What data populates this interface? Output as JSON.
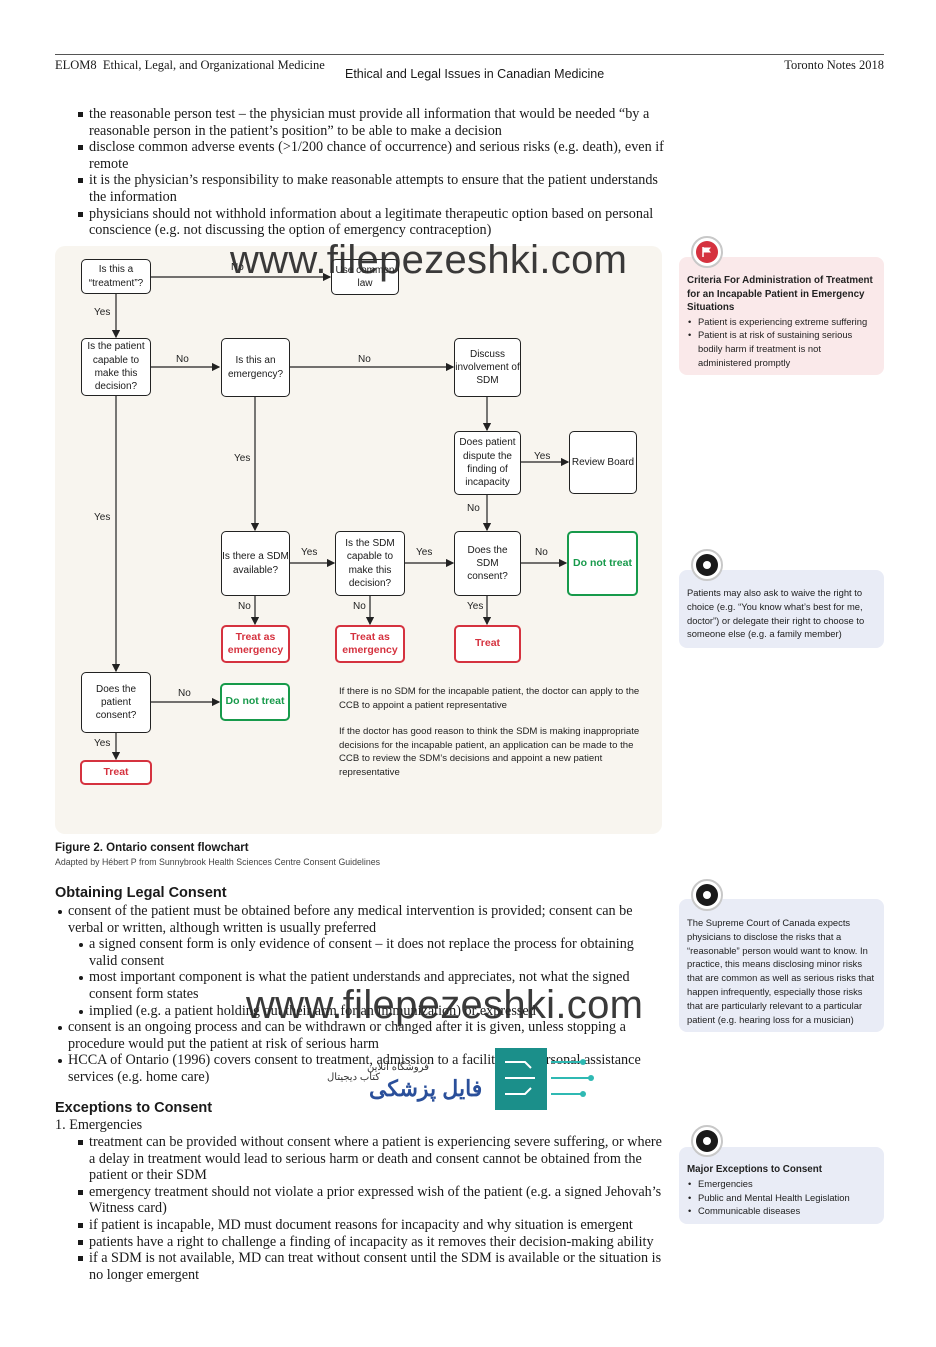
{
  "header": {
    "code": "ELOM8",
    "chapter": "Ethical, Legal, and Organizational Medicine",
    "section": "Ethical and Legal Issues in Canadian Medicine",
    "edition": "Toronto Notes 2018"
  },
  "intro_bullets": [
    "the reasonable person test – the physician must provide all information that would be needed “by a reasonable person in the patient’s position” to be able to make a decision",
    "disclose common adverse events (>1/200 chance of occurrence) and serious risks (e.g. death), even if remote",
    "it is the physician’s responsibility to make reasonable attempts to ensure that the patient understands the information",
    "physicians should not withhold information about a legitimate therapeutic option based on personal conscience (e.g. not discussing the option of emergency contraception)"
  ],
  "flowchart": {
    "nodes": {
      "is_treatment": "Is this a “treatment”?",
      "use_common_law": "Use common law",
      "capable": "Is the patient capable to make this decision?",
      "emergency": "Is this an emergency?",
      "discuss_sdm": "Discuss involvement of SDM",
      "dispute": "Does patient dispute the finding of incapacity",
      "review_board": "Review Board",
      "sdm_available": "Is there a SDM available?",
      "sdm_capable": "Is the SDM capable to make this decision?",
      "sdm_consent": "Does the SDM consent?",
      "do_not_treat_1": "Do not treat",
      "treat_emergency_1": "Treat as emergency",
      "treat_emergency_2": "Treat as emergency",
      "treat_1": "Treat",
      "patient_consent": "Does the patient consent?",
      "do_not_treat_2": "Do not treat",
      "treat_2": "Treat"
    },
    "edges": {
      "yes": "Yes",
      "no": "No"
    },
    "notes": [
      "If there is no SDM for the incapable patient, the doctor can apply to the CCB to appoint a patient representative",
      "If the doctor has good reason to think the SDM is making inappropriate decisions for the incapable patient, an application can be made to the CCB to review the SDM’s decisions and appoint a new patient representative"
    ]
  },
  "figure": {
    "caption": "Figure 2. Ontario consent flowchart",
    "credit": "Adapted by Hébert P from Sunnybrook Health Sciences Centre Consent Guidelines"
  },
  "obtaining": {
    "heading": "Obtaining Legal Consent",
    "b1": "consent of the patient must be obtained before any medical intervention is provided; consent can be verbal or written, although written is usually preferred",
    "sub": [
      "a signed consent form is only evidence of consent – it does not replace the process for obtaining valid consent",
      "most important component is what the patient understands and appreciates, not what the signed consent form states",
      "implied (e.g. a patient holding out their arm for an immunization) or expressed"
    ],
    "b2": "consent is an ongoing process and can be withdrawn or changed after it is given, unless stopping a procedure would put the patient at risk of serious harm",
    "b3": "HCCA of Ontario (1996) covers consent to treatment, admission to a facility, and personal assistance services (e.g. home care)"
  },
  "exceptions": {
    "heading": "Exceptions to Consent",
    "sub_heading": "1. Emergencies",
    "items": [
      "treatment can be provided without consent where a patient is experiencing severe suffering, or where a delay in treatment would lead to serious harm or death and consent cannot be obtained from the patient or their SDM",
      "emergency treatment should not violate a prior expressed wish of the patient (e.g. a signed Jehovah’s Witness card)",
      "if patient is incapable, MD must document reasons for incapacity and why situation is emergent",
      "patients have a right to challenge a finding of incapacity as it removes their decision-making ability",
      "if a SDM is not available, MD can treat without consent until the SDM is available or the situation is no longer emergent"
    ]
  },
  "sidebar": {
    "box1": {
      "icon": "flag-icon",
      "title": "Criteria For Administration of Treatment for an Incapable Patient in Emergency Situations",
      "items": [
        "Patient is experiencing extreme suffering",
        "Patient is at risk of sustaining serious bodily harm if treatment is not administered promptly"
      ]
    },
    "box2": {
      "icon": "pearl-icon",
      "text": "Patients may also ask to waive the right to choice (e.g. “You know what’s best for me, doctor”) or delegate their right to choose to someone else (e.g. a family member)"
    },
    "box3": {
      "icon": "pearl-icon",
      "text": "The Supreme Court of Canada expects physicians to disclose the risks that a “reasonable” person would want to know. In practice, this means disclosing minor risks that are common as well as serious risks that happen infrequently, especially those risks that are particularly relevant to a particular patient (e.g. hearing loss for a musician)"
    },
    "box4": {
      "icon": "pearl-icon",
      "title": "Major Exceptions to Consent",
      "items": [
        "Emergencies",
        "Public and Mental Health Legislation",
        "Communicable diseases"
      ]
    }
  },
  "watermark": {
    "text": "www.filepezeshki.com",
    "logo_fa_1": "فروشگاه آنلاین",
    "logo_fa_2": "کتاب دیجیتال",
    "logo_fa_3": "فایل پزشکی",
    "accent": "#1b8f8a",
    "logo_blue": "#2a4f9a"
  },
  "colors": {
    "red": "#d5323f",
    "green": "#179a4b",
    "flow_bg": "#f8f5ef",
    "side_pink": "#fae9ea",
    "side_blue": "#e9ecf6"
  }
}
